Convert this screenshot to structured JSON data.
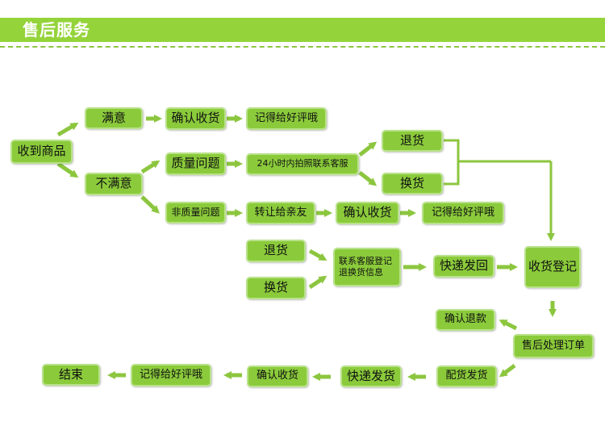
{
  "header": {
    "title": "售后服务"
  },
  "colors": {
    "node_fill": "#8bcb3b",
    "arrow": "#8cc63f",
    "banner": "#94d43a"
  },
  "nodes": {
    "receive": "收到商品",
    "satisfied": "满意",
    "unsatisfied": "不满意",
    "confirm1": "确认收货",
    "review1": "记得给好评哦",
    "quality_issue": "质量问题",
    "photo_contact": "24小时内拍照联系客服",
    "return1": "退货",
    "exchange1": "换货",
    "non_quality": "非质量问题",
    "transfer": "转让给亲友",
    "confirm2": "确认收货",
    "review2": "记得给好评哦",
    "return2": "退货",
    "exchange2": "换货",
    "register_line1": "联系客服登记",
    "register_line2": "退换货信息",
    "express_return": "快递发回",
    "receive_register": "收货登记",
    "confirm_refund": "确认退款",
    "process_order": "售后处理订单",
    "ship_goods": "配货发货",
    "express_ship": "快递发货",
    "confirm3": "确认收货",
    "review3": "记得给好评哦",
    "end": "结束"
  }
}
